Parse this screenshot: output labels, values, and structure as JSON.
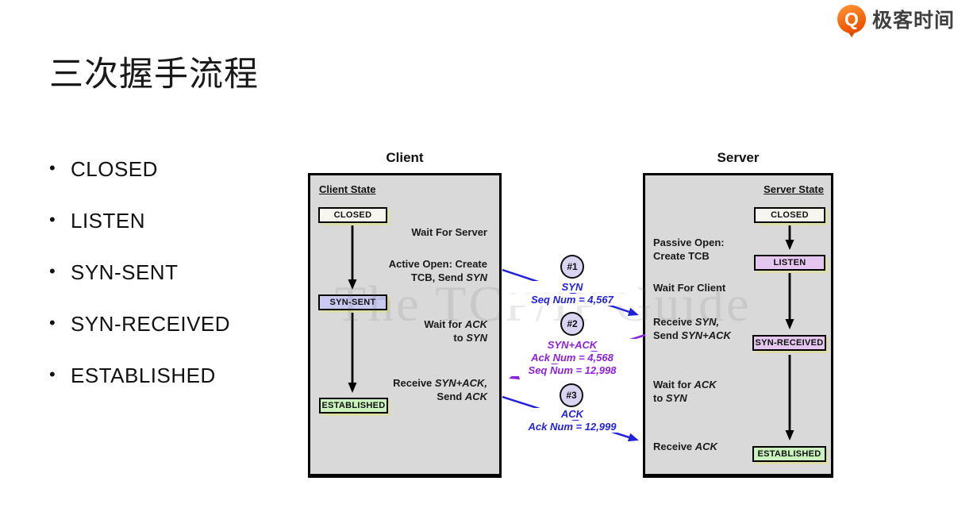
{
  "page": {
    "title": "三次握手流程"
  },
  "brand": {
    "name": "极客时间",
    "icon": "geektime-logo",
    "orange": "#f25a05",
    "text_color": "#404040"
  },
  "bullets": [
    "CLOSED",
    "LISTEN",
    "SYN-SENT",
    "SYN-RECEIVED",
    "ESTABLISHED"
  ],
  "diagram": {
    "watermark": "The TCP/IP Guide",
    "colors": {
      "panel_bg": "#d9d9d9",
      "box_closed": "#f6f6ee",
      "box_syn_sent": "#c9c9f2",
      "box_listen": "#e4c6ee",
      "box_syn_received": "#e4c6ee",
      "box_established": "#c9f2bd",
      "blue": "#2222dd",
      "purple": "#8c22dd"
    },
    "client": {
      "title": "Client",
      "state_label": "Client State",
      "states": [
        {
          "name": "CLOSED"
        },
        {
          "name": "SYN-SENT"
        },
        {
          "name": "ESTABLISHED"
        }
      ],
      "annotations": [
        [
          [
            {
              "t": "Wait For Server"
            }
          ]
        ],
        [
          [
            {
              "t": "Active Open: Create"
            }
          ],
          [
            {
              "t": "TCB, Send "
            },
            {
              "t": "SYN",
              "i": true
            }
          ]
        ],
        [
          [
            {
              "t": "Wait for "
            },
            {
              "t": "ACK",
              "i": true
            }
          ],
          [
            {
              "t": "to "
            },
            {
              "t": "SYN",
              "i": true
            }
          ]
        ],
        [
          [
            {
              "t": "Receive "
            },
            {
              "t": "SYN+ACK,",
              "i": true
            }
          ],
          [
            {
              "t": "Send "
            },
            {
              "t": "ACK",
              "i": true
            }
          ]
        ]
      ]
    },
    "server": {
      "title": "Server",
      "state_label": "Server State",
      "states": [
        {
          "name": "CLOSED"
        },
        {
          "name": "LISTEN"
        },
        {
          "name": "SYN-RECEIVED"
        },
        {
          "name": "ESTABLISHED"
        }
      ],
      "annotations": [
        [
          [
            {
              "t": "Passive Open:"
            }
          ],
          [
            {
              "t": "Create TCB"
            }
          ]
        ],
        [
          [
            {
              "t": "Wait For Client"
            }
          ]
        ],
        [
          [
            {
              "t": "Receive "
            },
            {
              "t": "SYN,",
              "i": true
            }
          ],
          [
            {
              "t": "Send "
            },
            {
              "t": "SYN+ACK",
              "i": true
            }
          ]
        ],
        [
          [
            {
              "t": "Wait for "
            },
            {
              "t": "ACK",
              "i": true
            }
          ],
          [
            {
              "t": "to "
            },
            {
              "t": "SYN",
              "i": true
            }
          ]
        ],
        [
          [
            {
              "t": "Receive "
            },
            {
              "t": "ACK",
              "i": true
            }
          ]
        ]
      ]
    },
    "messages": [
      {
        "id": "#1",
        "name": "SYN",
        "details": [
          "Seq Num = 4,567"
        ],
        "color": "#2222dd",
        "direction": "client-to-server"
      },
      {
        "id": "#2",
        "name": "SYN+ACK",
        "details": [
          "Ack Num = 4,568",
          "Seq Num = 12,998"
        ],
        "color": "#8c22dd",
        "direction": "server-to-client"
      },
      {
        "id": "#3",
        "name": "ACK",
        "details": [
          "Ack Num = 12,999"
        ],
        "color": "#2222dd",
        "direction": "client-to-server"
      }
    ]
  }
}
